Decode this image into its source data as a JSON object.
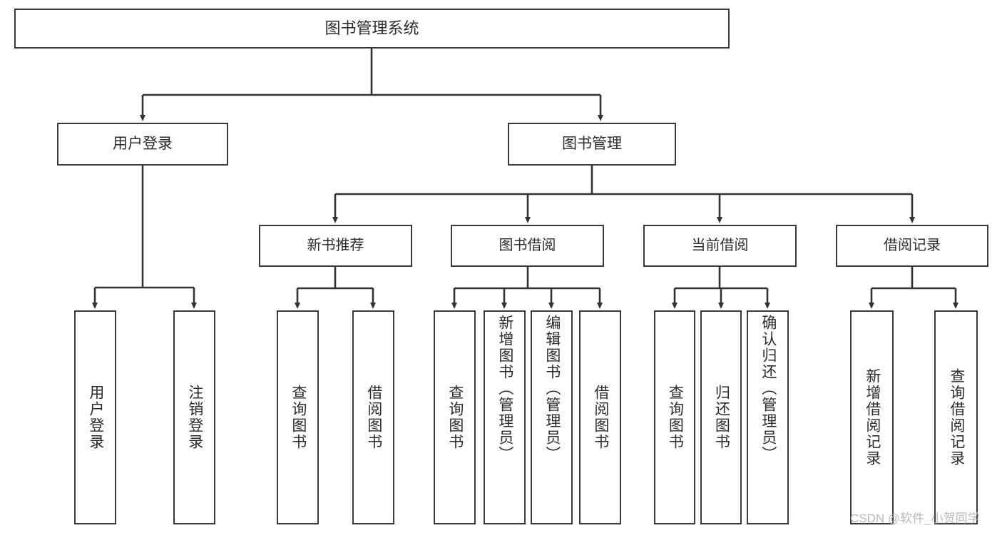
{
  "diagram": {
    "title": "图书管理系统",
    "type": "tree-hierarchy-chart",
    "watermark": "CSDN @软件_小贺同学",
    "colors": {
      "border": "#3a3a3a",
      "text": "#2b2b2b",
      "background": "#ffffff",
      "connector": "#333333",
      "watermark": "#b9b9b9"
    },
    "root": {
      "label": "图书管理系统"
    },
    "level1": [
      {
        "label": "用户登录"
      },
      {
        "label": "图书管理"
      }
    ],
    "level2": [
      {
        "label": "新书推荐"
      },
      {
        "label": "图书借阅"
      },
      {
        "label": "当前借阅"
      },
      {
        "label": "借阅记录"
      }
    ],
    "leaves": {
      "user_login": [
        {
          "label": "用户登录"
        },
        {
          "label": "注销登录"
        }
      ],
      "new_book_recommend": [
        {
          "label": "查询图书"
        },
        {
          "label": "借阅图书"
        }
      ],
      "book_borrow": [
        {
          "label": "查询图书"
        },
        {
          "label": "新增图书（管理员）"
        },
        {
          "label": "编辑图书（管理员）"
        },
        {
          "label": "借阅图书"
        }
      ],
      "current_borrow": [
        {
          "label": "查询图书"
        },
        {
          "label": "归还图书"
        },
        {
          "label": "确认归还（管理员）"
        }
      ],
      "borrow_record": [
        {
          "label": "新增借阅记录"
        },
        {
          "label": "查询借阅记录"
        }
      ]
    }
  }
}
